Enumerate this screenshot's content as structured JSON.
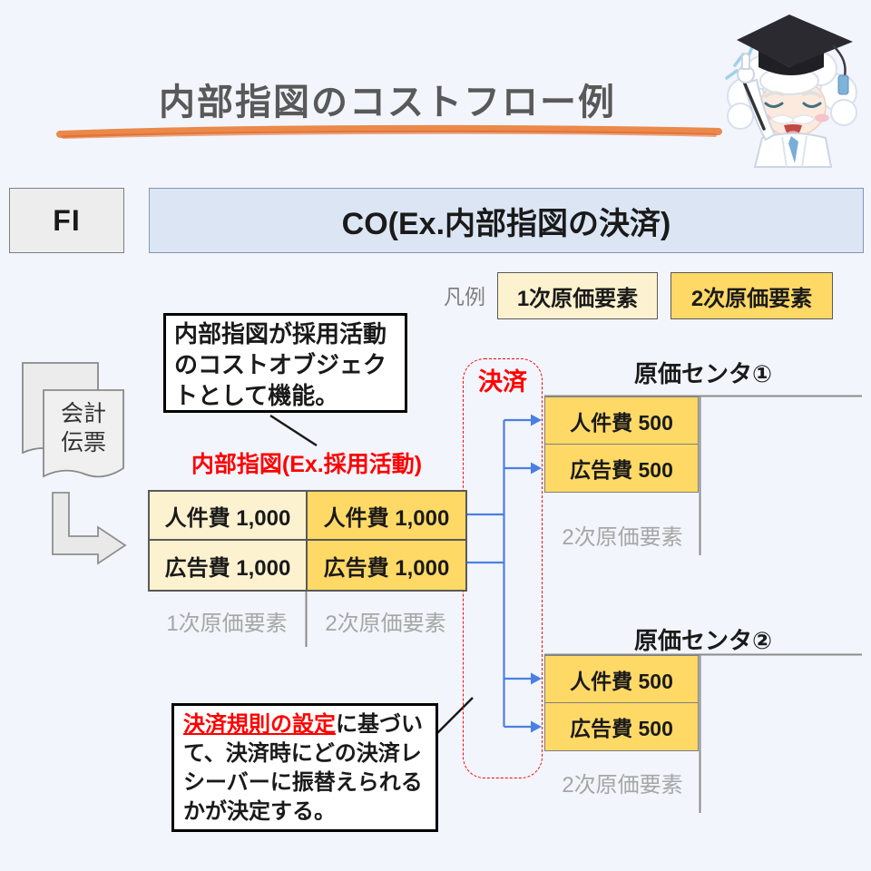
{
  "colors": {
    "background": "#f3f5fc",
    "title_text": "#595959",
    "title_underline": "#e8752e",
    "fi_fill": "#ededed",
    "co_fill": "#dbe5f3",
    "primary_cost_element_fill": "#fdf2cf",
    "secondary_cost_element_fill": "#ffd966",
    "accent_red": "#ff0000",
    "flow_arrow_blue": "#4a80e2",
    "muted_gray": "#a6a6a6"
  },
  "title": {
    "text": "内部指図のコストフロー例"
  },
  "modules": {
    "fi_label": "FI",
    "co_label": "CO(Ex.内部指図の決済)"
  },
  "legend": {
    "caption": "凡例",
    "primary": "1次原価要素",
    "secondary": "2次原価要素"
  },
  "documents": {
    "line1": "会計",
    "line2": "伝票"
  },
  "callout_top": {
    "text": "内部指図が採用活動のコストオブジェクトとして機能。"
  },
  "internal_order": {
    "label": "内部指図(Ex.採用活動)",
    "rows": [
      {
        "primary": "人件費 1,000",
        "secondary": "人件費 1,000"
      },
      {
        "primary": "広告費 1,000",
        "secondary": "広告費 1,000"
      }
    ],
    "footnote_primary": "1次原価要素",
    "footnote_secondary": "2次原価要素"
  },
  "settlement": {
    "label": "決済"
  },
  "cost_centers": [
    {
      "title": "原価センタ①",
      "rows": [
        "人件費 500",
        "広告費 500"
      ],
      "footnote": "2次原価要素"
    },
    {
      "title": "原価センタ②",
      "rows": [
        "人件費 500",
        "広告費 500"
      ],
      "footnote": "2次原価要素"
    }
  ],
  "callout_bottom": {
    "highlight": "決済規則の設定",
    "rest": "に基づいて、決済時にどの決済レシーバーに振替えられるかが決定する。"
  }
}
